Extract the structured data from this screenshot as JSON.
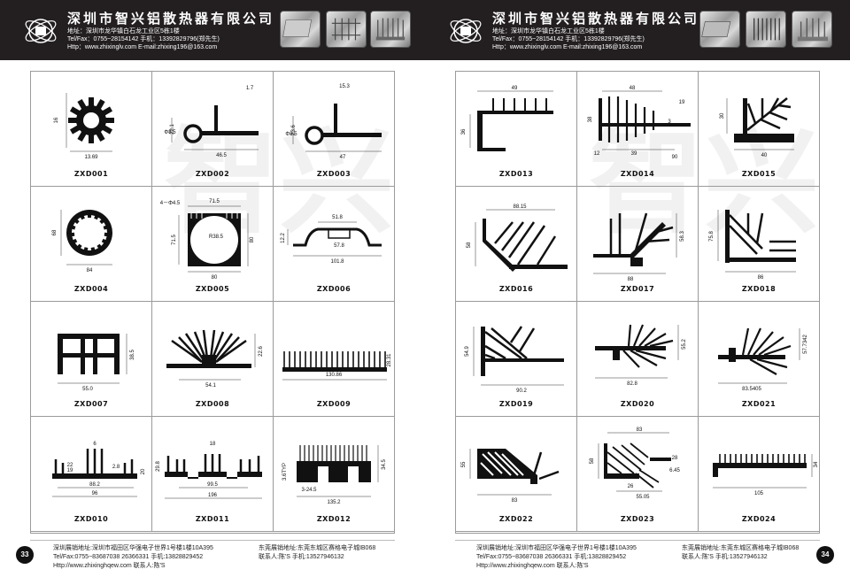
{
  "header": {
    "left": {
      "company": "深圳市智兴铝散热器有限公司",
      "address": "地址：深圳市龙华镇白石龙工业区5栋1楼",
      "tel": "Tel/Fax：0755~28154142   手机：13392829796(郑先生)",
      "web": "Http：www.zhixinglv.com   E-mail:zhixing196@163.com"
    },
    "right": {
      "company": "深圳市智兴铝散热器有限公司",
      "address": "地址：深圳市龙华镇白石龙工业区5栋1楼",
      "tel": "Tel/Fax：0755~28154142   手机：13392829796(郑先生)",
      "web": "Http：www.zhixinglv.com   E-mail:zhixing196@163.com"
    }
  },
  "watermark": "智兴",
  "products_left": [
    {
      "code": "ZXD001",
      "dims": [
        "16",
        "13.69"
      ]
    },
    {
      "code": "ZXD002",
      "dims": [
        "1.7",
        "22.1",
        "Φ8.5",
        "46.5"
      ]
    },
    {
      "code": "ZXD003",
      "dims": [
        "15.3",
        "23.6",
        "Φ8.5",
        "47"
      ]
    },
    {
      "code": "ZXD004",
      "dims": [
        "68",
        "84"
      ]
    },
    {
      "code": "ZXD005",
      "dims": [
        "4－Φ4.5",
        "71.5",
        "71.5",
        "R38.5",
        "80",
        "80"
      ]
    },
    {
      "code": "ZXD006",
      "dims": [
        "51.8",
        "12.2",
        "57.8",
        "101.8"
      ]
    },
    {
      "code": "ZXD007",
      "dims": [
        "38.5",
        "55.0"
      ]
    },
    {
      "code": "ZXD008",
      "dims": [
        "22.6",
        "54.1"
      ]
    },
    {
      "code": "ZXD009",
      "dims": [
        "130.86",
        "28.31"
      ]
    },
    {
      "code": "ZXD010",
      "dims": [
        "6",
        "22",
        "19",
        "2.8",
        "20",
        "88.2",
        "96"
      ]
    },
    {
      "code": "ZXD011",
      "dims": [
        "18",
        "29.8",
        "99.5",
        "196"
      ]
    },
    {
      "code": "ZXD012",
      "dims": [
        "3.6TYP",
        "34.5",
        "3-24.5",
        "135.2"
      ]
    }
  ],
  "products_right": [
    {
      "code": "ZXD013",
      "dims": [
        "49",
        "36"
      ]
    },
    {
      "code": "ZXD014",
      "dims": [
        "48",
        "38",
        "19",
        "3",
        "12",
        "39",
        "90"
      ]
    },
    {
      "code": "ZXD015",
      "dims": [
        "30",
        "40"
      ]
    },
    {
      "code": "ZXD016",
      "dims": [
        "88.15",
        "58"
      ]
    },
    {
      "code": "ZXD017",
      "dims": [
        "58.3",
        "88"
      ]
    },
    {
      "code": "ZXD018",
      "dims": [
        "75.8",
        "86"
      ]
    },
    {
      "code": "ZXD019",
      "dims": [
        "54.9",
        "90.2"
      ]
    },
    {
      "code": "ZXD020",
      "dims": [
        "55.2",
        "82.8"
      ]
    },
    {
      "code": "ZXD021",
      "dims": [
        "57.7342",
        "83.5405"
      ]
    },
    {
      "code": "ZXD022",
      "dims": [
        "55",
        "83"
      ]
    },
    {
      "code": "ZXD023",
      "dims": [
        "83",
        "58",
        "28",
        "6.45",
        "26",
        "55.05"
      ]
    },
    {
      "code": "ZXD024",
      "dims": [
        "34",
        "105"
      ]
    }
  ],
  "footer": {
    "left": {
      "page": "33",
      "line1": "深圳展销地址:深圳市福田区华强电子世界1号楼1楼10A395",
      "line2": "Tel/Fax:0755~83687038    26366331    手机:13828829452",
      "line3": "Http://www.zhixinghqew.com    联系人:陈'S",
      "line4": "东莞展销地址:东莞东城区赛格电子城IB068",
      "line5": "联系人:陈'S   手机:13527946132"
    },
    "right": {
      "page": "34",
      "line1": "深圳展销地址:深圳市福田区华强电子世界1号楼1楼10A395",
      "line2": "Tel/Fax:0755~83687038    26366331    手机:13828829452",
      "line3": "Http://www.zhixinghqew.com    联系人:陈'S",
      "line4": "东莞展销地址:东莞东城区赛格电子城IB068",
      "line5": "联系人:陈'S   手机:13527946132"
    }
  }
}
